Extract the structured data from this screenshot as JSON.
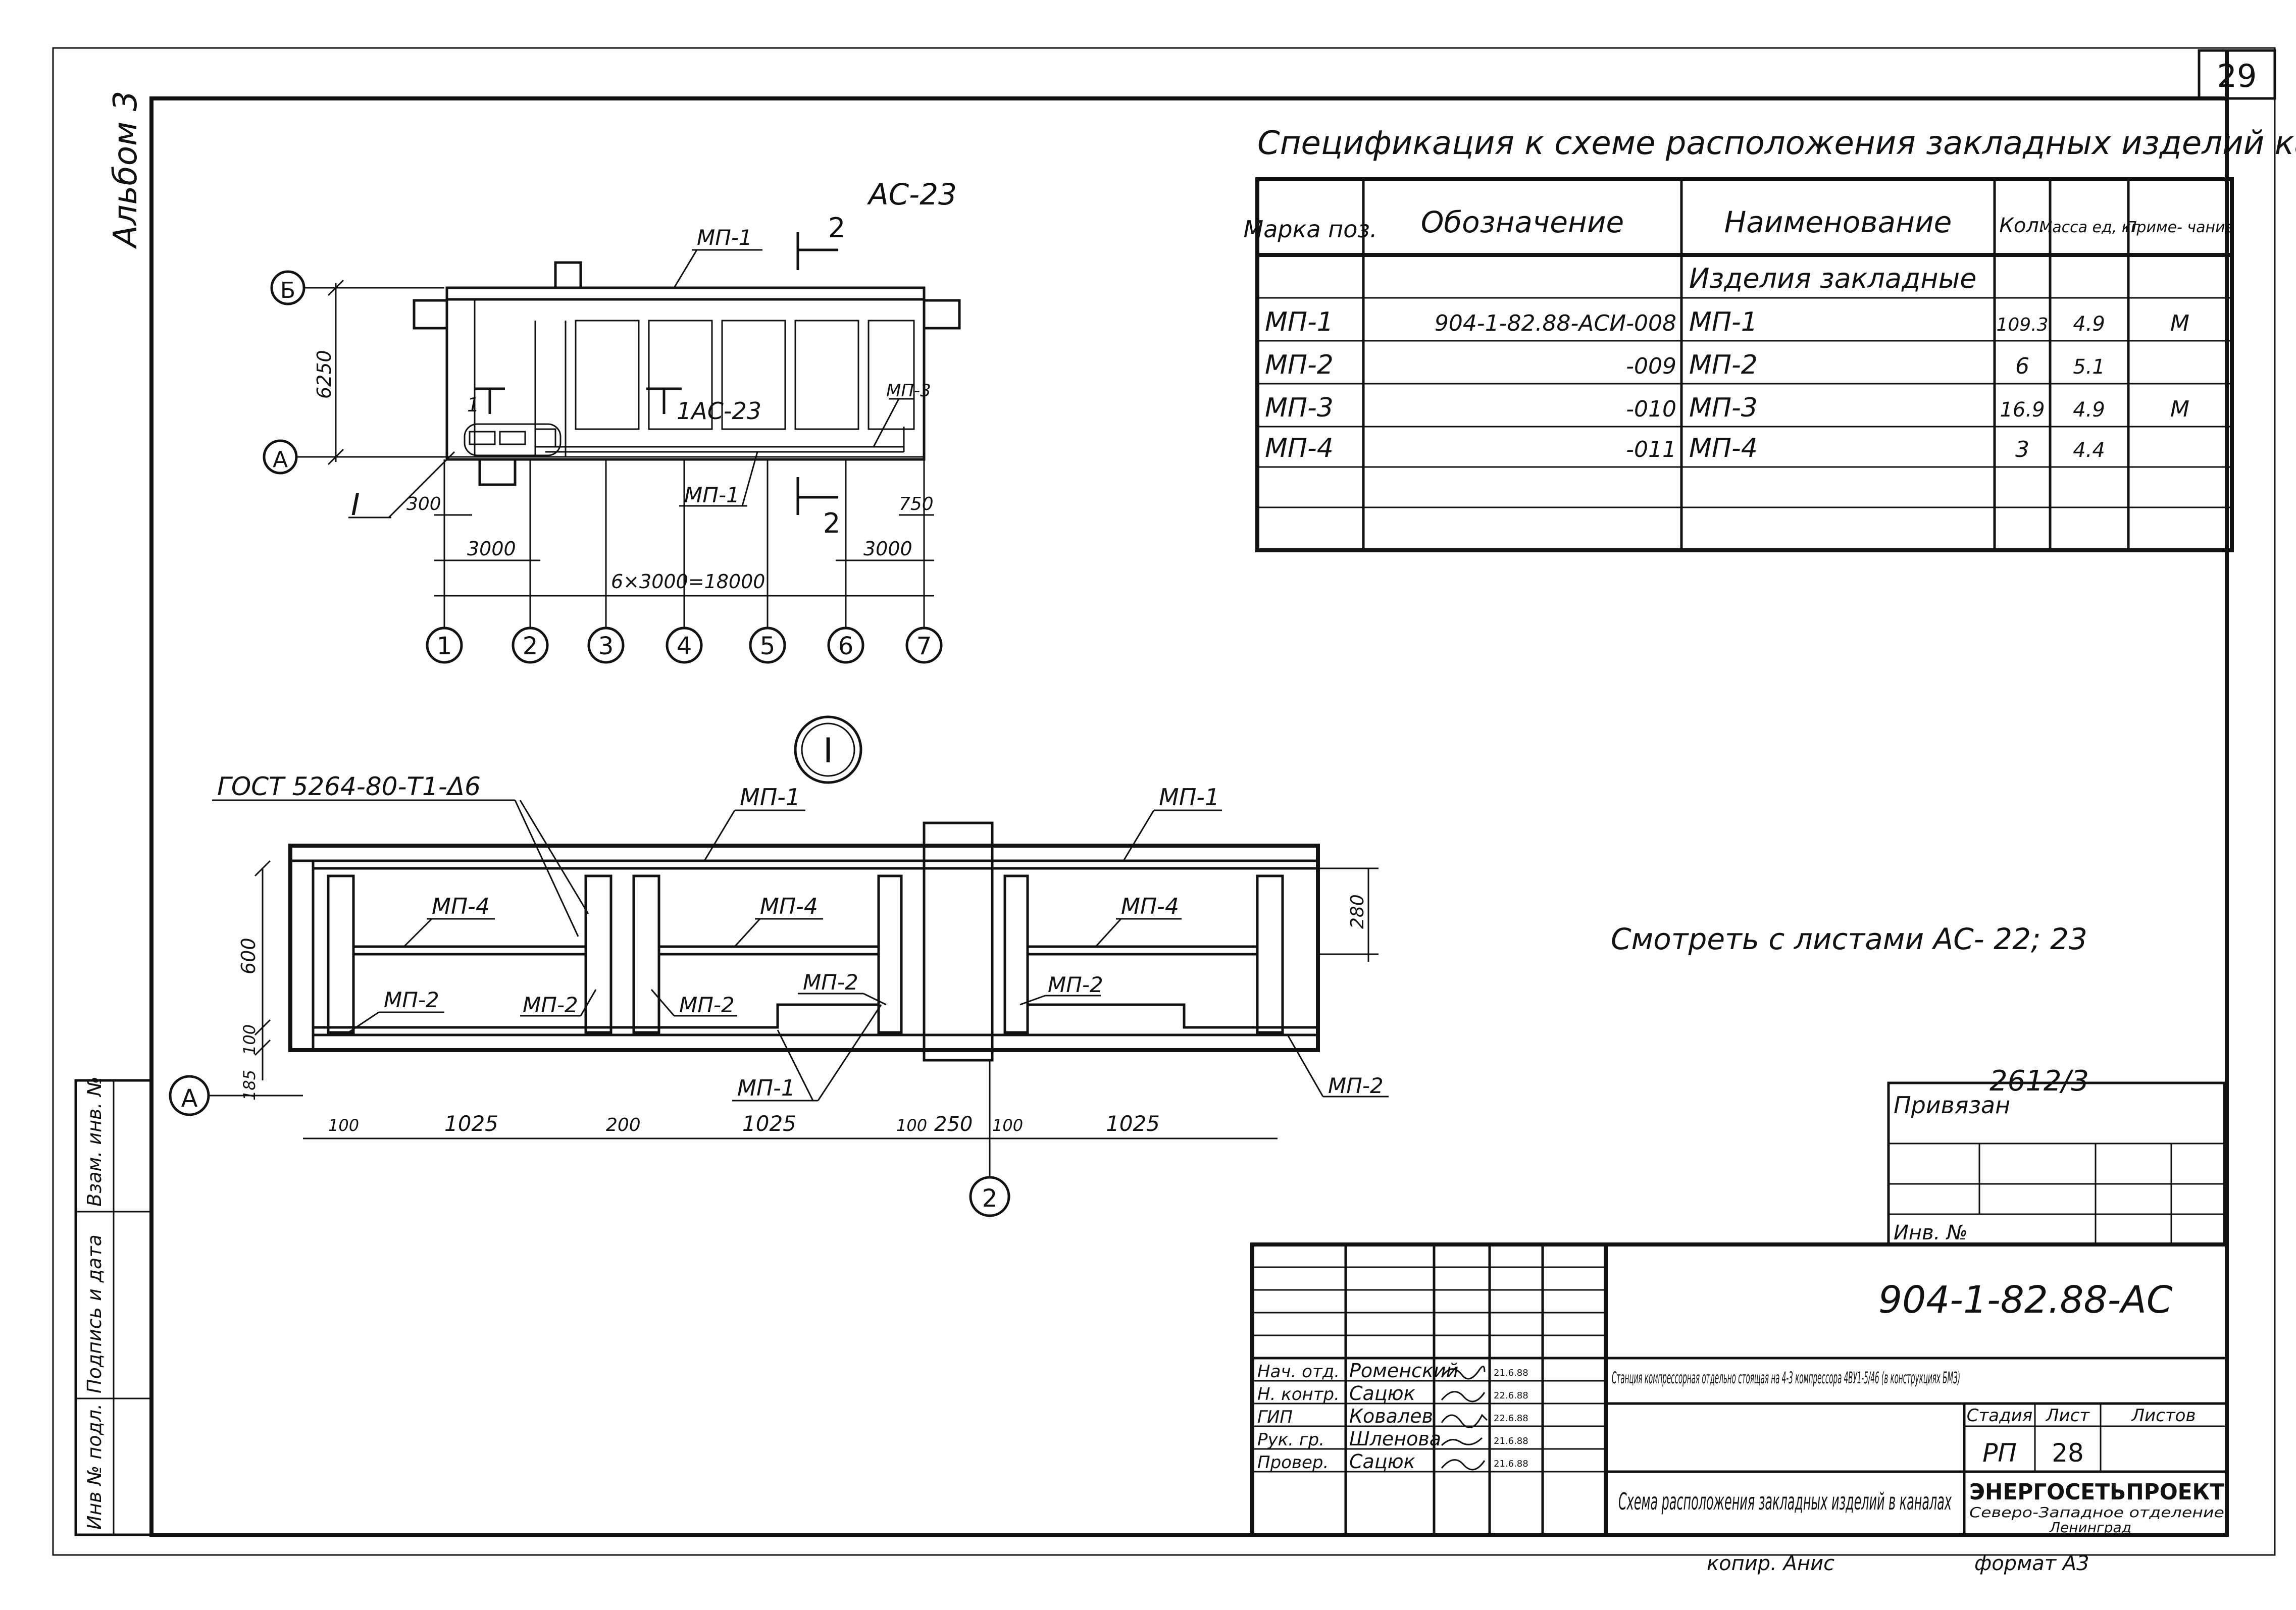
{
  "sheet_number": "29",
  "album_label": "Альбом 3",
  "spec": {
    "title": "Спецификация к схеме расположения закладных изделий каналов",
    "headers": [
      "Марка поз.",
      "Обозначение",
      "Наименование",
      "Кол.",
      "Масса ед, кг",
      "Приме- чание"
    ],
    "section": "Изделия закладные",
    "rows": [
      [
        "МП-1",
        "904-1-82.88-АСИ-008",
        "МП-1",
        "109.3",
        "4.9",
        "М"
      ],
      [
        "МП-2",
        "-009",
        "МП-2",
        "6",
        "5.1",
        ""
      ],
      [
        "МП-3",
        "-010",
        "МП-3",
        "16.9",
        "4.9",
        "М"
      ],
      [
        "МП-4",
        "-011",
        "МП-4",
        "3",
        "4.4",
        ""
      ]
    ]
  },
  "plan": {
    "ref": "АС-23",
    "section_mark": "2",
    "section_1_label": "1",
    "section_1_ref": "1АС-23",
    "labels": {
      "mp1_top": "МП-1",
      "mp1_bottom": "МП-1",
      "mp3": "МП-3",
      "node": "I"
    },
    "axes_rows": [
      "Б",
      "А"
    ],
    "axes_cols": [
      "1",
      "2",
      "3",
      "4",
      "5",
      "6",
      "7"
    ],
    "dims": {
      "height": "6250",
      "offset": "300",
      "bay_left": "3000",
      "bay_right": "3000",
      "total": "6×3000=18000",
      "edge": "750"
    }
  },
  "detail": {
    "node_mark": "I",
    "weld_spec": "ГОСТ 5264-80-Т1-Δ6",
    "labels": {
      "mp1": "МП-1",
      "mp4": "МП-4",
      "mp2": "МП-2"
    },
    "axis_row": "А",
    "axis_col": "2",
    "dims": {
      "depth": "600",
      "small": "100",
      "bottom": "185",
      "right": "280",
      "bottom_row": [
        "100",
        "1025",
        "200",
        "1025",
        "100",
        "250",
        "100",
        "1025"
      ]
    }
  },
  "note": "Смотреть с листами АС- 22; 23",
  "binding": {
    "code": "2612/3",
    "label": "Привязан",
    "inv_label": "Инв. №"
  },
  "side_stamp": [
    "Инв № подл.",
    "Подпись и дата",
    "Взам. инв. №"
  ],
  "title_block": {
    "doc_code": "904-1-82.88-АС",
    "roles": [
      {
        "role": "Нач. отд.",
        "name": "Роменский",
        "date": "21.6.88"
      },
      {
        "role": "Н. контр.",
        "name": "Сацюк",
        "date": "22.6.88"
      },
      {
        "role": "ГИП",
        "name": "Ковалев",
        "date": "22.6.88"
      },
      {
        "role": "Рук. гр.",
        "name": "Шленова",
        "date": "21.6.88"
      },
      {
        "role": "Провер.",
        "name": "Сацюк",
        "date": "21.6.88"
      }
    ],
    "project_title": "Станция компрессорная отдельно стоящая на 4-3 компрессора 4ВУ1-5/46 (в конструкциях БМЗ)",
    "stage_headers": [
      "Стадия",
      "Лист",
      "Листов"
    ],
    "stage": "РП",
    "sheet": "28",
    "sheets": "",
    "drawing_title": "Схема расположения закладных изделий в каналах",
    "org": [
      "ЭНЕРГОСЕТЬПРОЕКТ",
      "Северо-Западное отделение",
      "Ленинград"
    ]
  },
  "footer": {
    "copied": "копир. Анис",
    "format": "формат А3"
  }
}
